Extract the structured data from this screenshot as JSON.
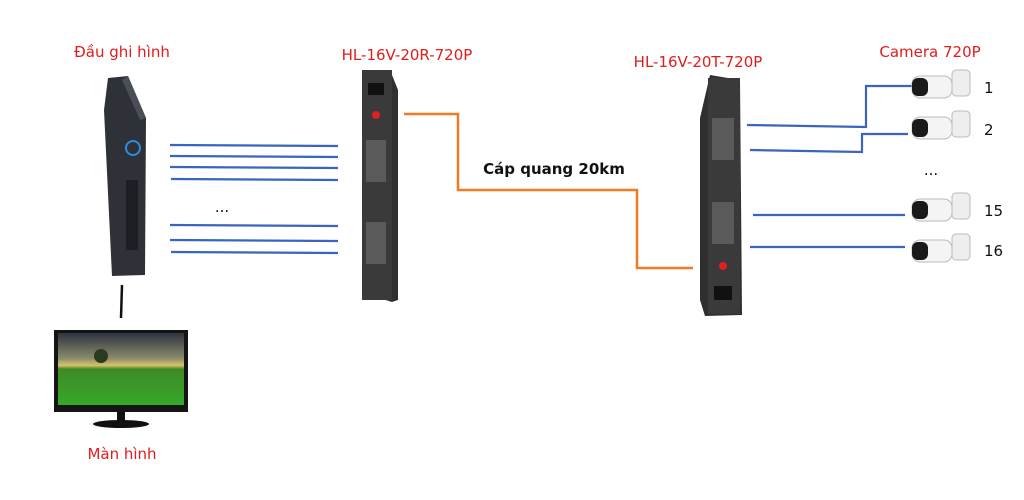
{
  "labels": {
    "recorder": "Đầu ghi hình",
    "monitor": "Màn hình",
    "receiver": "HL-16V-20R-720P",
    "transmitter": "HL-16V-20T-720P",
    "cameras": "Camera 720P",
    "fiber": "Cáp quang 20km",
    "ellipsis_left": "...",
    "ellipsis_right": "..."
  },
  "cameras": [
    {
      "number": "1"
    },
    {
      "number": "2"
    },
    {
      "number": "15"
    },
    {
      "number": "16"
    }
  ],
  "colors": {
    "label": "#e31b1b",
    "coax": "#3a64bd",
    "fiber": "#f07a22"
  }
}
